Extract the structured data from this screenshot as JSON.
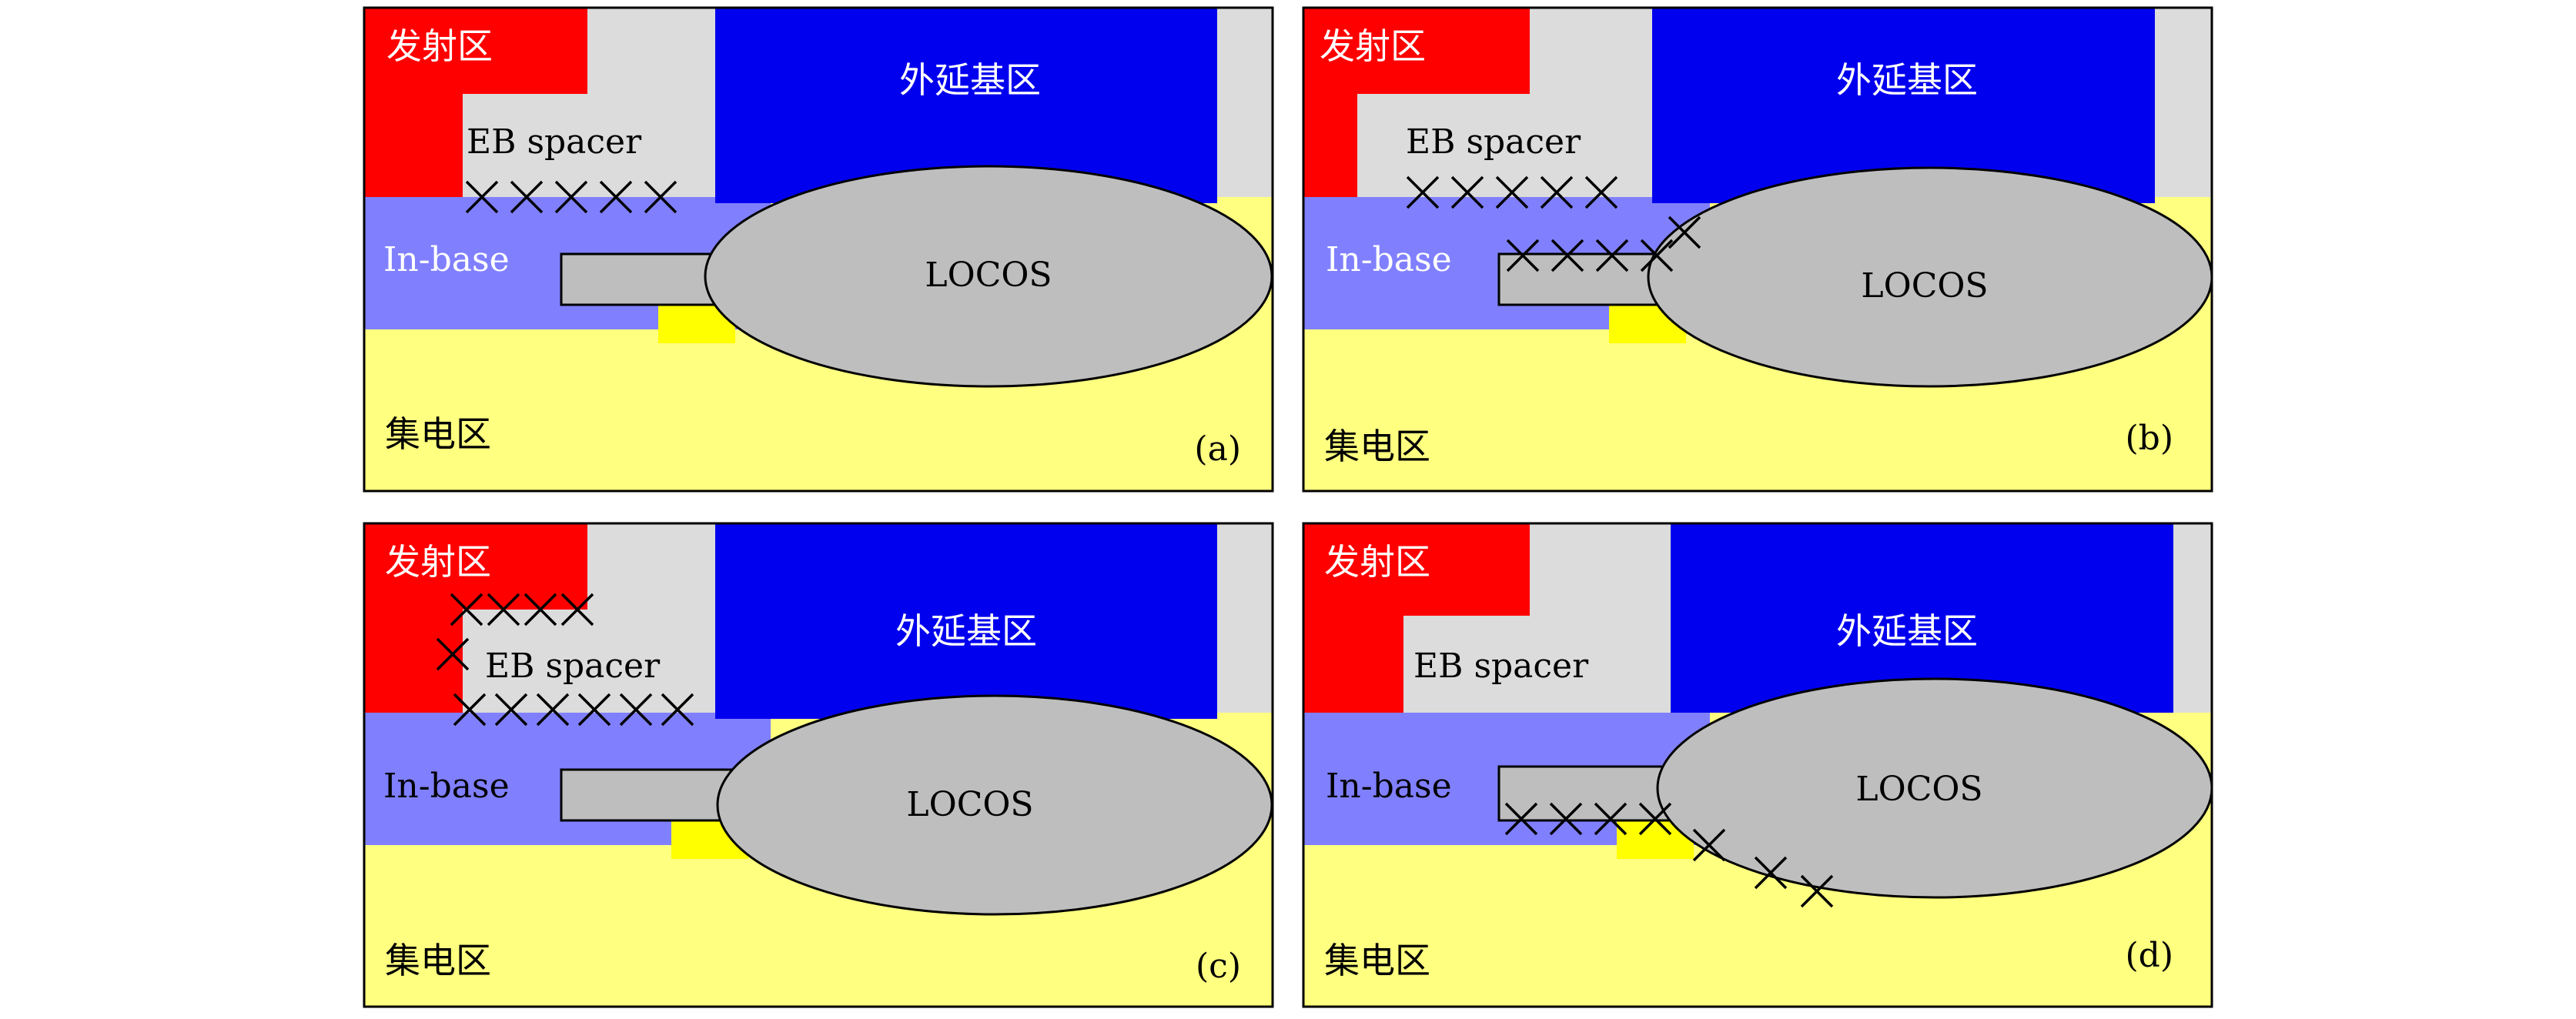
{
  "panels": {
    "a": {
      "emitter": "发射区",
      "spacer": "EB spacer",
      "ext_base": "外延基区",
      "in_base": "In-base",
      "locos": "LOCOS",
      "collector": "集电区",
      "tag": "(a)"
    },
    "b": {
      "emitter": "发射区",
      "spacer": "EB spacer",
      "ext_base": "外延基区",
      "in_base": "In-base",
      "locos": "LOCOS",
      "collector": "集电区",
      "tag": "(b)"
    },
    "c": {
      "emitter": "发射区",
      "spacer": "EB spacer",
      "ext_base": "外延基区",
      "in_base": "In-base",
      "locos": "LOCOS",
      "collector": "集电区",
      "tag": "(c)"
    },
    "d": {
      "emitter": "发射区",
      "spacer": "EB spacer",
      "ext_base": "外延基区",
      "in_base": "In-base",
      "locos": "LOCOS",
      "collector": "集电区",
      "tag": "(d)"
    }
  },
  "colors": {
    "collector": "#FFFF80",
    "in_base": "#8080FF",
    "ext_base": "#0000EE",
    "emitter": "#FF0000",
    "spacer": "#DCDCDC",
    "locos": "#BEBEBE",
    "implant": "#FFFF00",
    "border": "#000000"
  }
}
